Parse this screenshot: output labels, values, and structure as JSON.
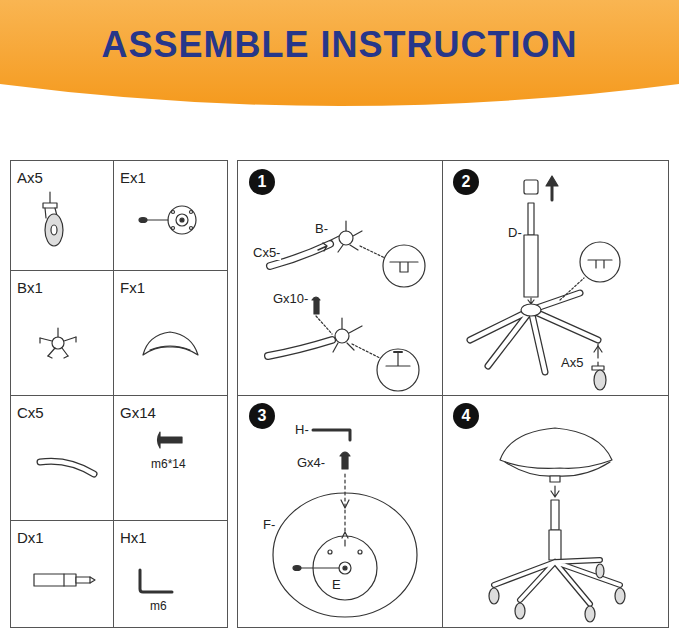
{
  "diagram": {
    "title": "ASSEMBLE INSTRUCTION",
    "nodes": [
      {
        "text": [
          "Ax5"
        ]
      },
      {
        "text": [
          "Ex1"
        ]
      },
      {
        "text": [
          "Bx1"
        ]
      },
      {
        "text": [
          "Fx1"
        ]
      },
      {
        "text": [
          "Cx5"
        ]
      },
      {
        "text": [
          "Gx14",
          "m6*14"
        ]
      },
      {
        "text": [
          "Dx1"
        ]
      },
      {
        "text": [
          "Hx1",
          "m6"
        ]
      },
      {
        "text": [
          "1"
        ]
      },
      {
        "text": [
          "2"
        ]
      },
      {
        "text": [
          "3"
        ]
      },
      {
        "text": [
          "4"
        ]
      }
    ],
    "labels": [
      "B-",
      "Cx5-",
      "Gx10-",
      "D-",
      "Ax5",
      "H-",
      "Gx4-",
      "F-",
      "E"
    ]
  }
}
